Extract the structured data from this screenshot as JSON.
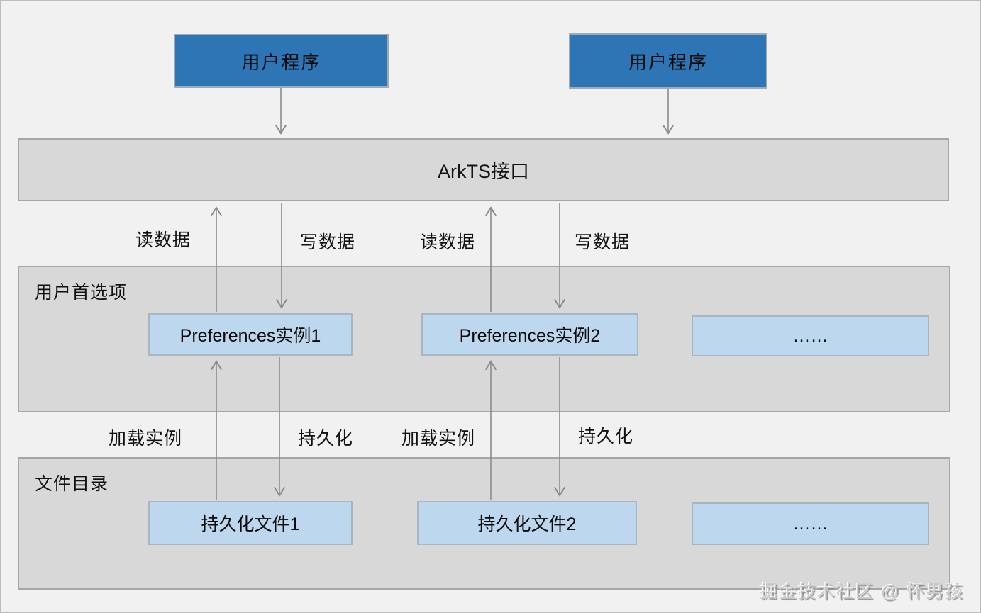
{
  "diagram": {
    "app_boxes": [
      {
        "label": "用户程序"
      },
      {
        "label": "用户程序"
      }
    ],
    "api_bar": {
      "label": "ArkTS接口"
    },
    "flow_labels": [
      {
        "label": "读数据"
      },
      {
        "label": "写数据"
      },
      {
        "label": "读数据"
      },
      {
        "label": "写数据"
      },
      {
        "label": "加载实例"
      },
      {
        "label": "持久化"
      },
      {
        "label": "加载实例"
      },
      {
        "label": "持久化"
      }
    ],
    "preferences_layer": {
      "title": "用户首选项",
      "items": [
        {
          "label": "Preferences实例1"
        },
        {
          "label": "Preferences实例2"
        },
        {
          "label": "……"
        }
      ]
    },
    "file_layer": {
      "title": "文件目录",
      "items": [
        {
          "label": "持久化文件1"
        },
        {
          "label": "持久化文件2"
        },
        {
          "label": "……"
        }
      ]
    },
    "watermark": "掘金技术社区 @ 怀男孩",
    "colors": {
      "background": "#f1f1f1",
      "app_box_fill": "#2e75b6",
      "panel_fill": "#d8d8d8",
      "panel_border": "#a6a6a6",
      "item_fill": "#bdd7ee",
      "arrow": "#8c8c8c",
      "text": "#111111"
    }
  }
}
